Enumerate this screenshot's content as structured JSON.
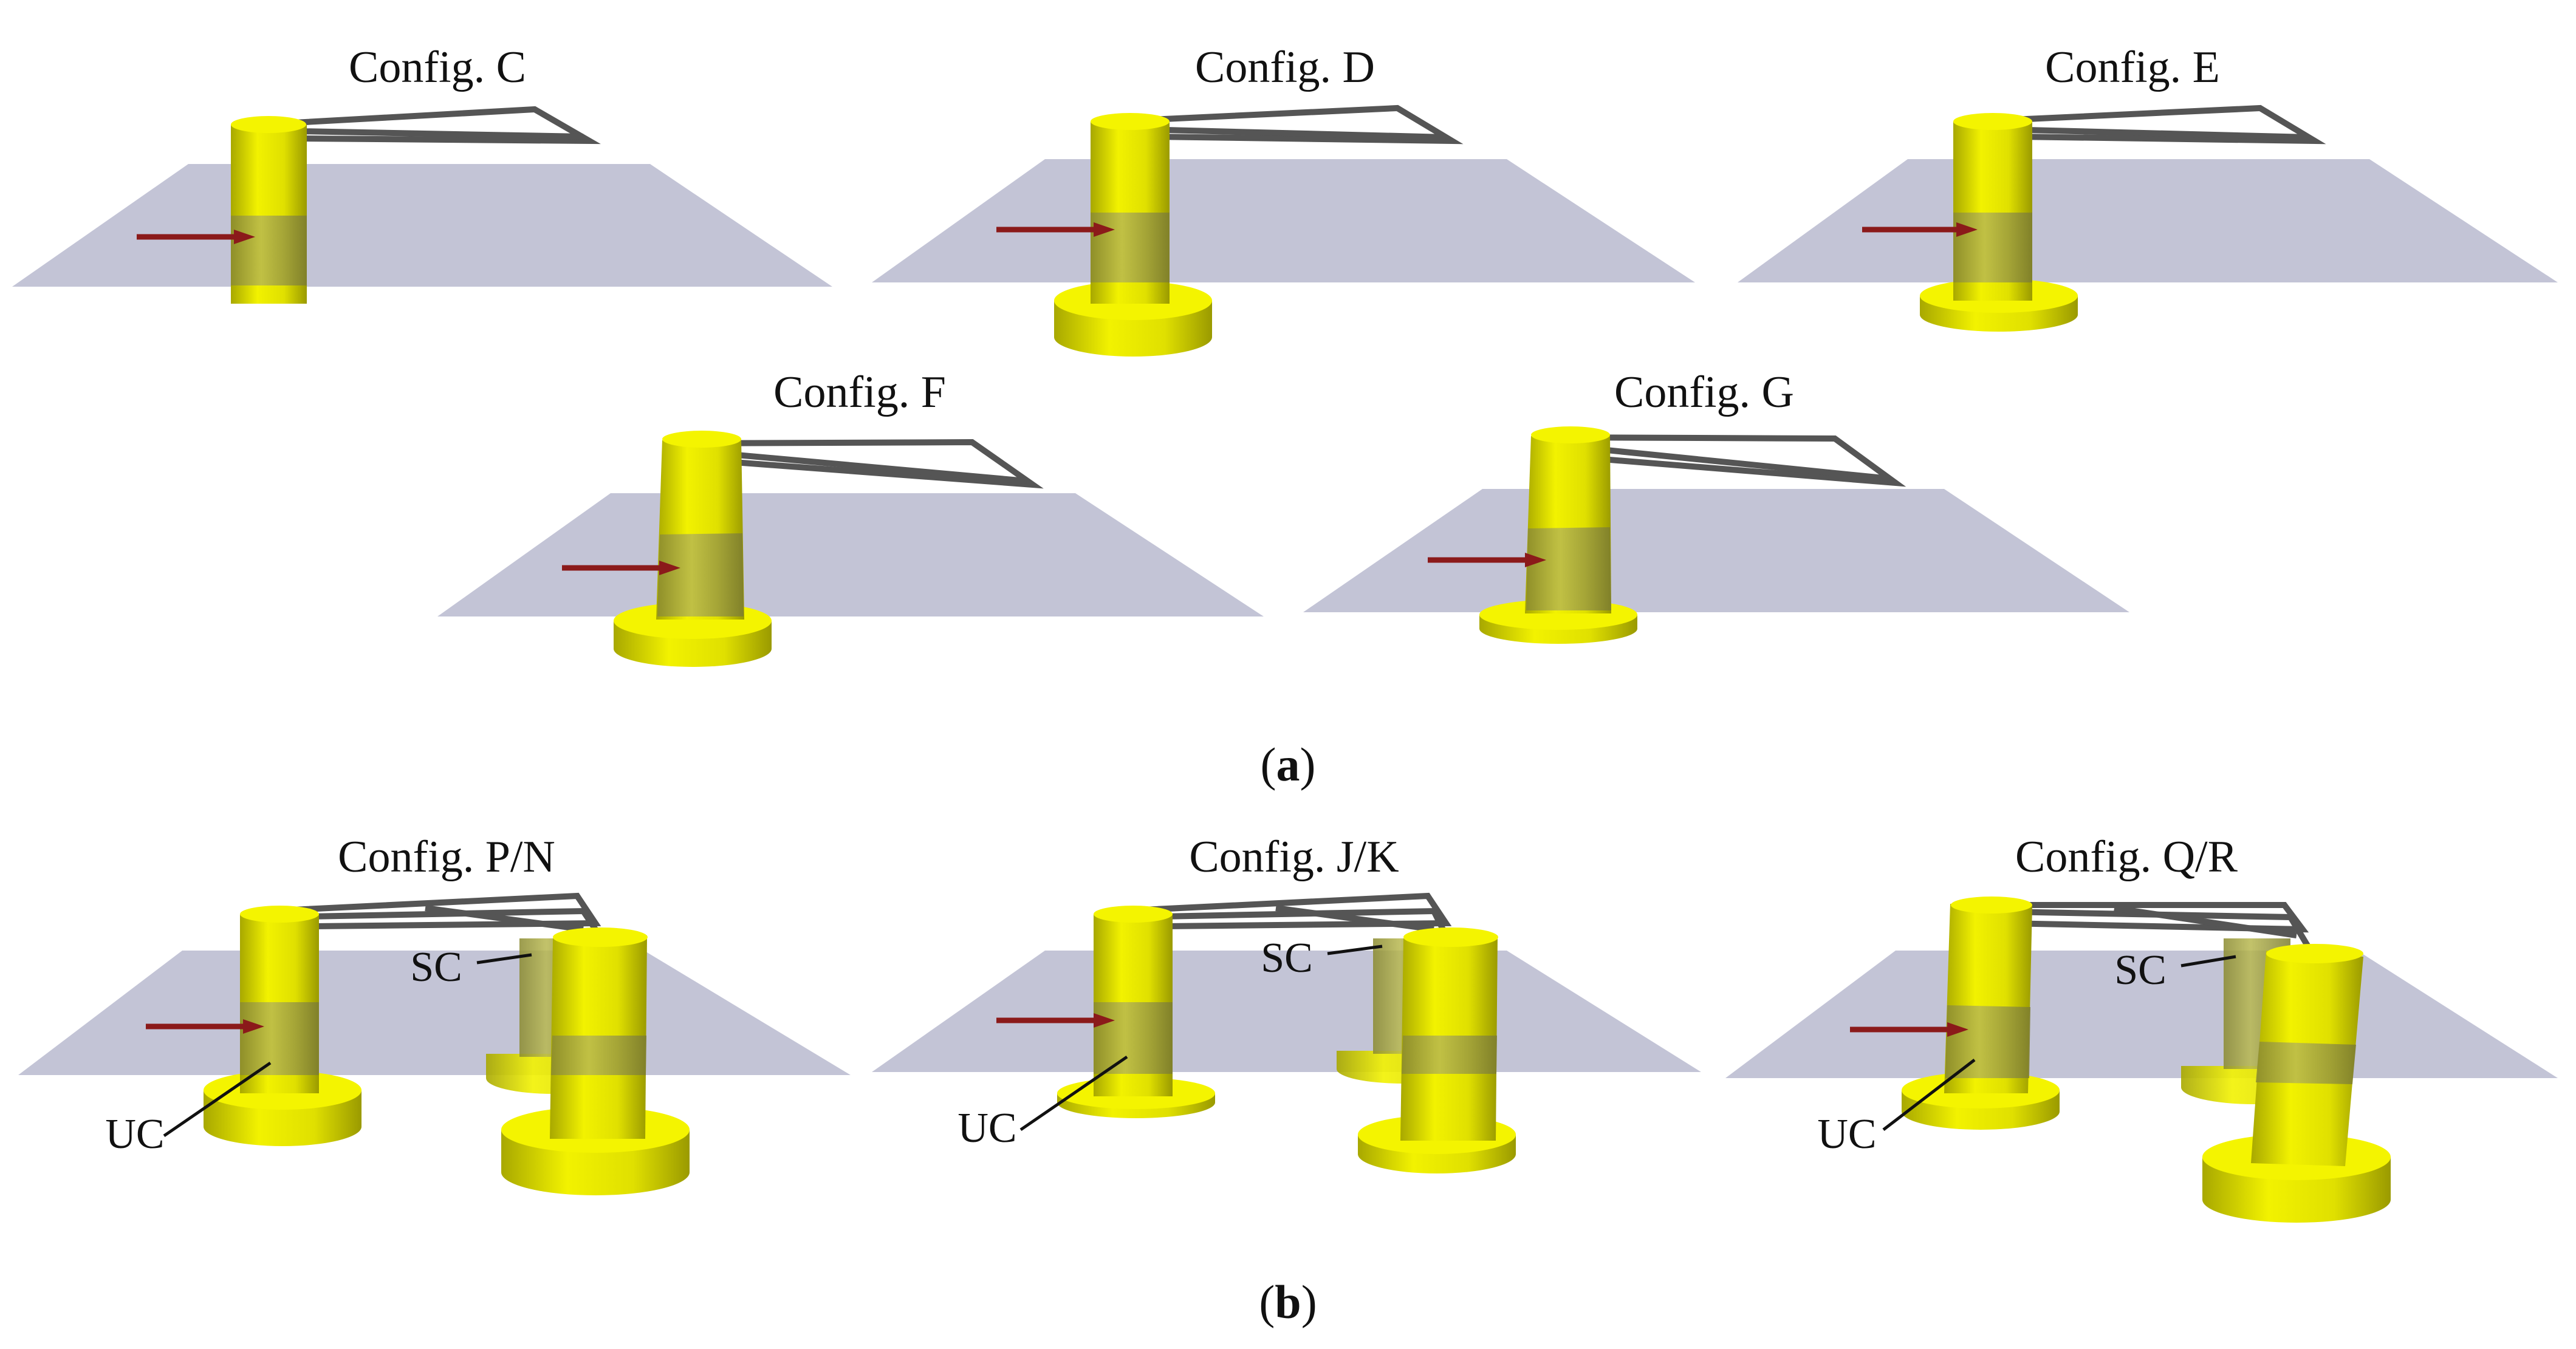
{
  "panels": [
    {
      "letter": "a",
      "configs": [
        {
          "title": "Config. C",
          "has_base": false
        },
        {
          "title": "Config. D",
          "has_base": true
        },
        {
          "title": "Config. E",
          "has_base": true
        },
        {
          "title": "Config. F",
          "has_base": true
        },
        {
          "title": "Config. G",
          "has_base": true
        }
      ]
    },
    {
      "letter": "b",
      "configs": [
        {
          "title": "Config. P/N",
          "callouts": [
            "SC",
            "UC"
          ]
        },
        {
          "title": "Config. J/K",
          "callouts": [
            "SC",
            "UC"
          ]
        },
        {
          "title": "Config. Q/R",
          "callouts": [
            "SC",
            "UC"
          ]
        }
      ]
    }
  ],
  "colors": {
    "water_plane": "#c3c4d6",
    "column_yellow": "#e6e600",
    "column_shadow": "#9e9e10",
    "truss_gray": "#555555",
    "arrow_red": "#8b1a1a",
    "text": "#111111"
  }
}
